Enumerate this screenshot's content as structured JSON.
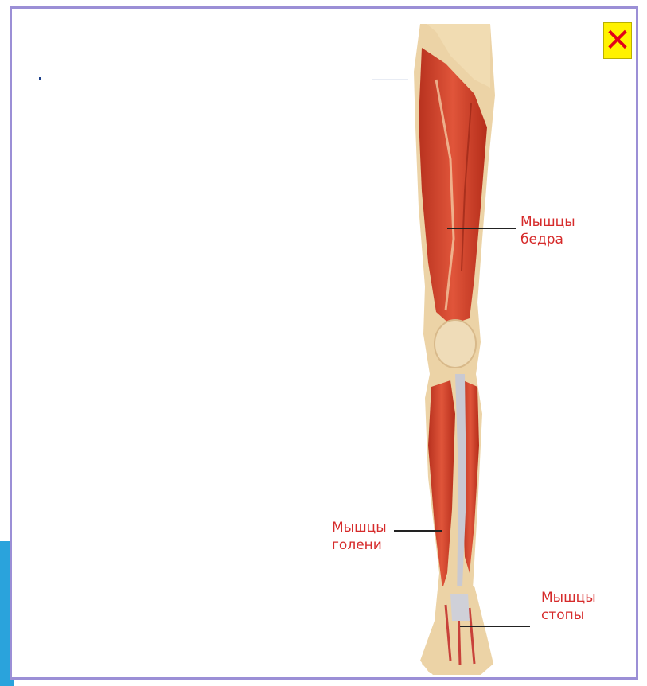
{
  "close_button": {
    "icon": "close-x-icon",
    "glyph": "✕",
    "color": "#e2001a",
    "background": "#fff200"
  },
  "accent_color": "#2aa3dc",
  "frame_color": "#9b8fd6",
  "labels": {
    "thigh": {
      "line1": "Мышцы",
      "line2": "бедра"
    },
    "shin": {
      "line1": "Мышцы",
      "line2": "голени"
    },
    "foot": {
      "line1": "Мышцы",
      "line2": "стопы"
    }
  },
  "illustration": {
    "subject": "leg-muscles"
  }
}
